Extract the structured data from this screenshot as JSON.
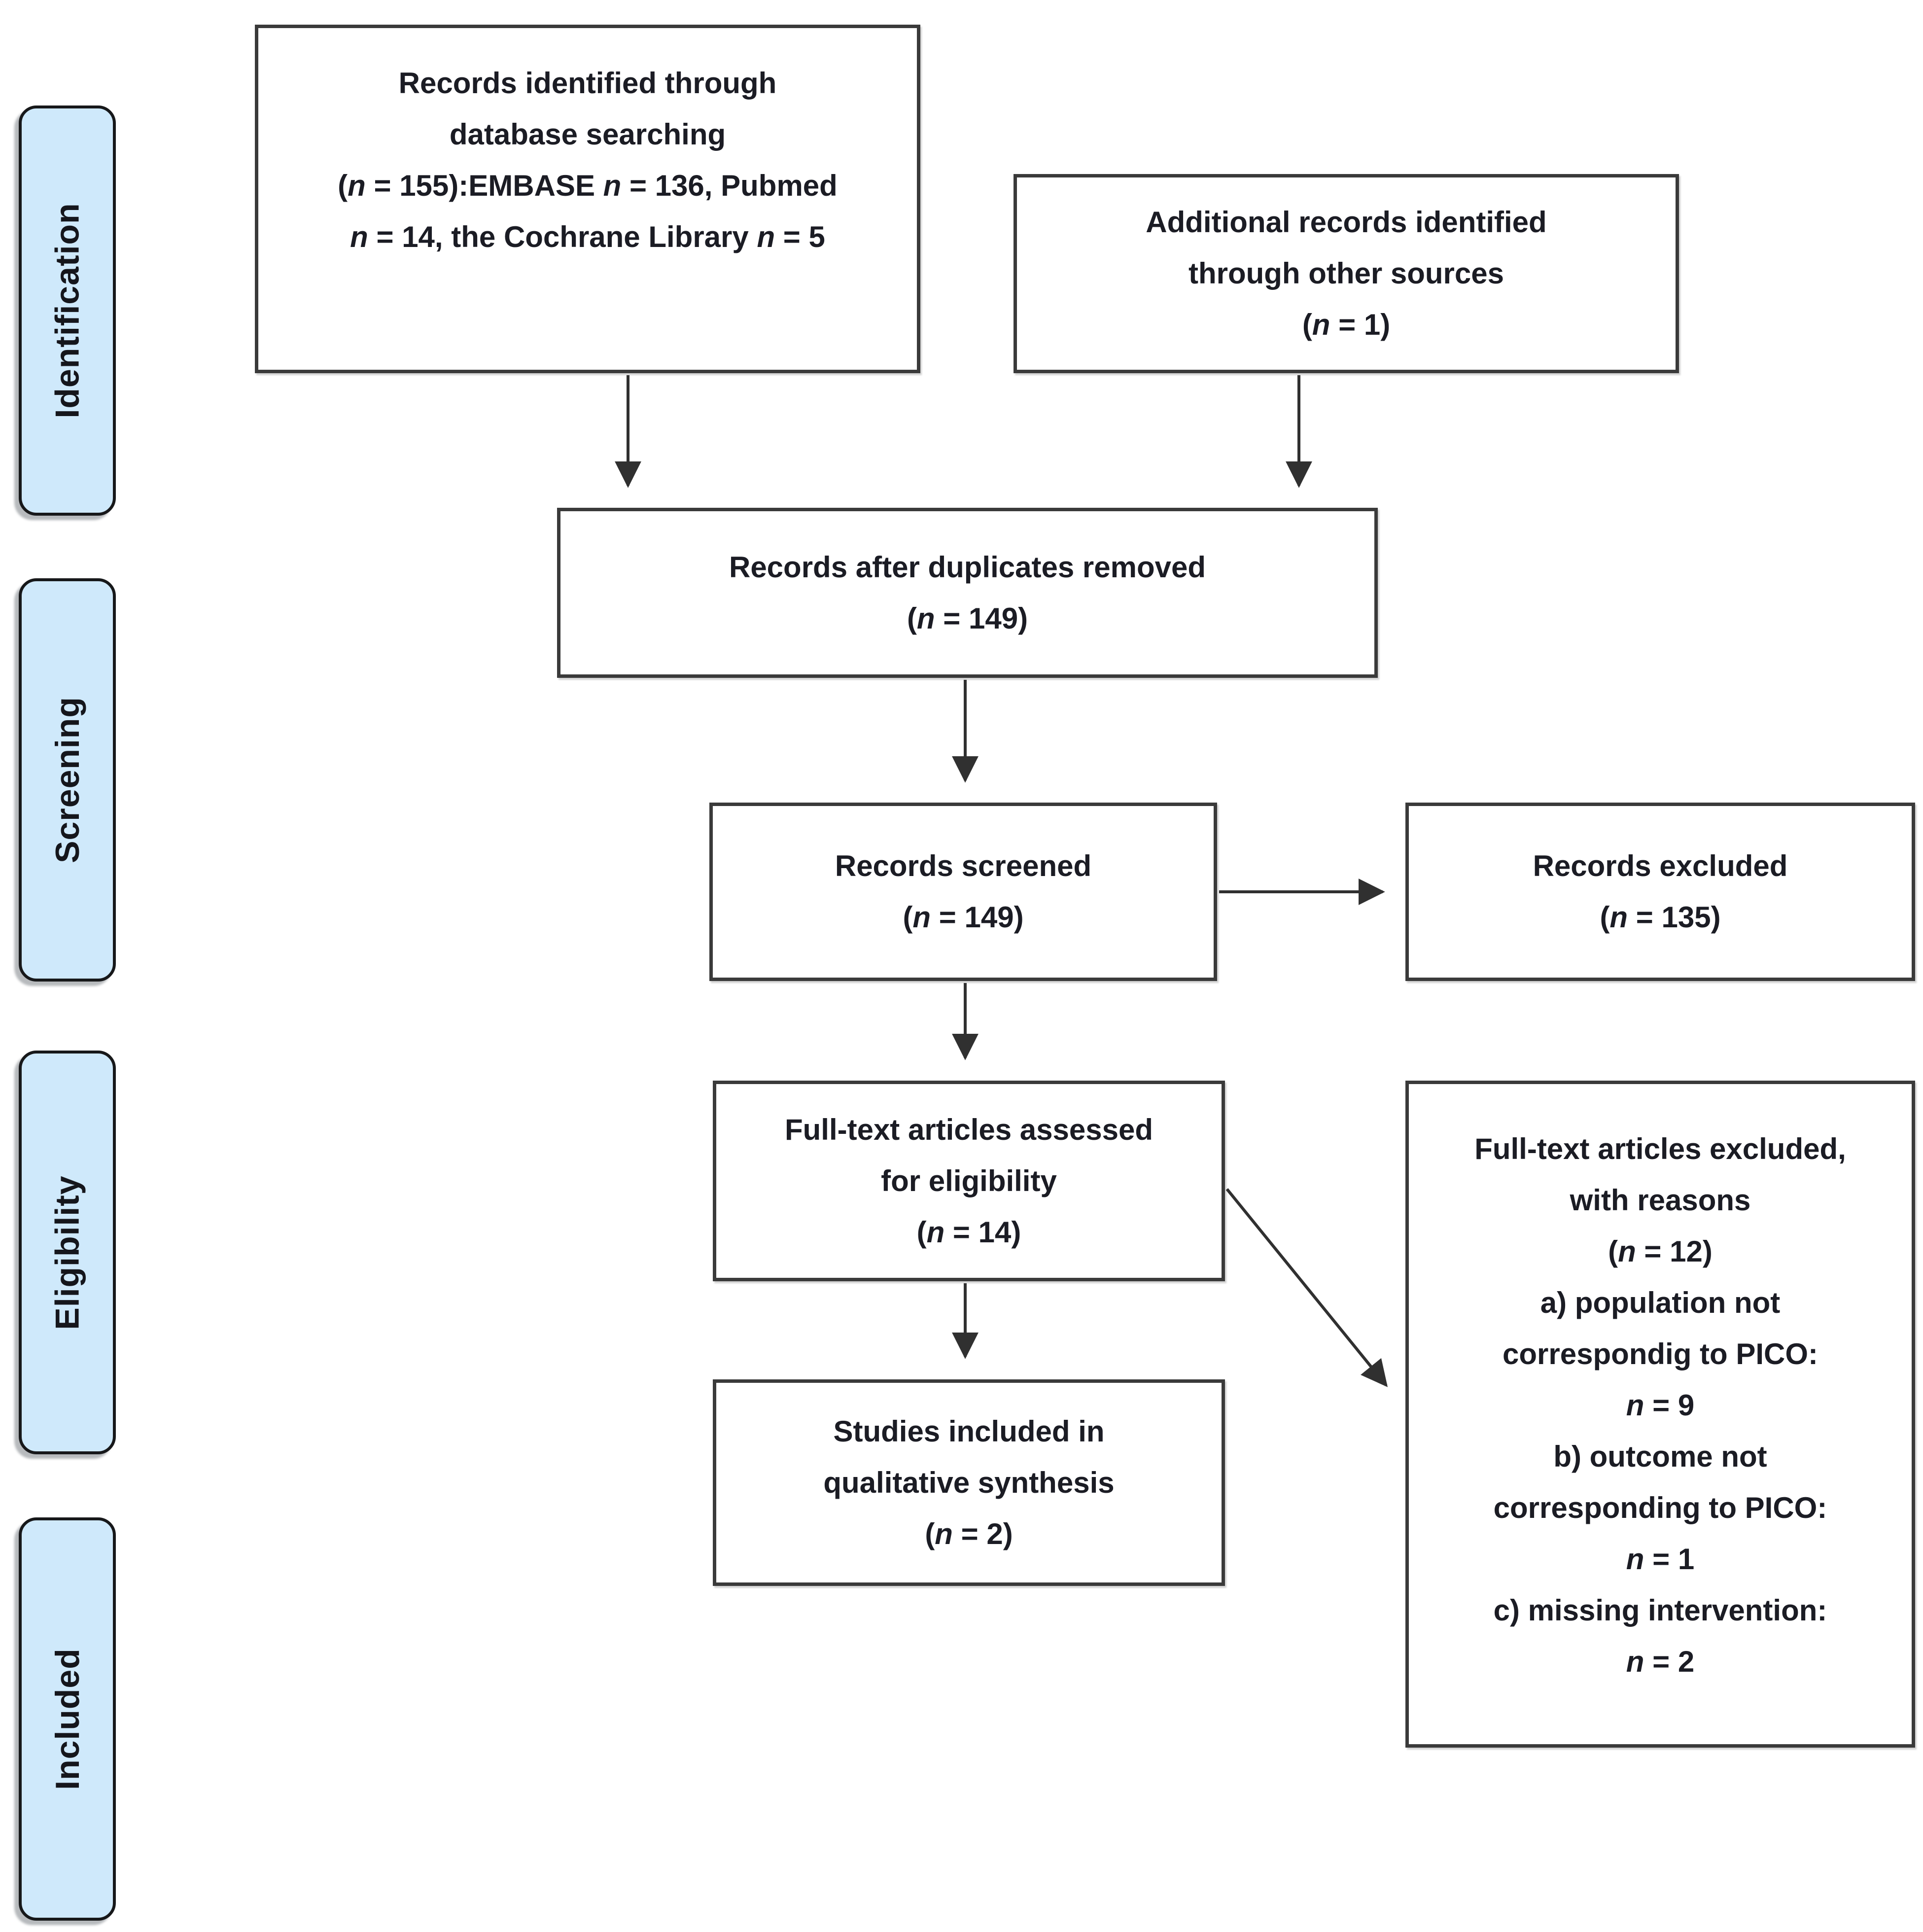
{
  "colors": {
    "background": "#ffffff",
    "stage_fill": "#cfe9fb",
    "stage_border": "#17181a",
    "box_fill": "#ffffff",
    "box_border": "#3a3a3a",
    "text": "#1b1c24",
    "arrow": "#303030"
  },
  "stages": [
    {
      "label": "Identification"
    },
    {
      "label": "Screening"
    },
    {
      "label": "Eligibility"
    },
    {
      "label": "Included"
    }
  ],
  "boxes": {
    "records_identified": {
      "lines": [
        [
          {
            "t": "Records identified through"
          }
        ],
        [
          {
            "t": "database searching"
          }
        ],
        [
          {
            "t": "("
          },
          {
            "t": "n",
            "i": true
          },
          {
            "t": " = 155):EMBASE "
          },
          {
            "t": "n",
            "i": true
          },
          {
            "t": " = 136, Pubmed"
          }
        ],
        [
          {
            "t": "n",
            "i": true
          },
          {
            "t": " = 14, the Cochrane Library "
          },
          {
            "t": "n",
            "i": true
          },
          {
            "t": " = 5"
          }
        ]
      ]
    },
    "additional_records": {
      "lines": [
        [
          {
            "t": "Additional records identified"
          }
        ],
        [
          {
            "t": "through other sources"
          }
        ],
        [
          {
            "t": "("
          },
          {
            "t": "n",
            "i": true
          },
          {
            "t": " = 1)"
          }
        ]
      ]
    },
    "after_duplicates": {
      "lines": [
        [
          {
            "t": "Records after duplicates removed"
          }
        ],
        [
          {
            "t": "("
          },
          {
            "t": "n",
            "i": true
          },
          {
            "t": " = 149)"
          }
        ]
      ]
    },
    "records_screened": {
      "lines": [
        [
          {
            "t": "Records screened"
          }
        ],
        [
          {
            "t": "("
          },
          {
            "t": "n",
            "i": true
          },
          {
            "t": " = 149)"
          }
        ]
      ]
    },
    "records_excluded": {
      "lines": [
        [
          {
            "t": "Records excluded"
          }
        ],
        [
          {
            "t": "("
          },
          {
            "t": "n",
            "i": true
          },
          {
            "t": " = 135)"
          }
        ]
      ]
    },
    "fulltext_assessed": {
      "lines": [
        [
          {
            "t": "Full-text articles assessed"
          }
        ],
        [
          {
            "t": "for eligibility"
          }
        ],
        [
          {
            "t": "("
          },
          {
            "t": "n",
            "i": true
          },
          {
            "t": " = 14)"
          }
        ]
      ]
    },
    "fulltext_excluded": {
      "lines": [
        [
          {
            "t": "Full-text articles excluded,"
          }
        ],
        [
          {
            "t": "with reasons"
          }
        ],
        [
          {
            "t": "("
          },
          {
            "t": "n",
            "i": true
          },
          {
            "t": " = 12)"
          }
        ],
        [
          {
            "t": "a) population not"
          }
        ],
        [
          {
            "t": "correspondig to PICO:"
          }
        ],
        [
          {
            "t": "n",
            "i": true
          },
          {
            "t": " = 9"
          }
        ],
        [
          {
            "t": "b) outcome not"
          }
        ],
        [
          {
            "t": "corresponding to PICO:"
          }
        ],
        [
          {
            "t": "n",
            "i": true
          },
          {
            "t": " = 1"
          }
        ],
        [
          {
            "t": "c) missing intervention:"
          }
        ],
        [
          {
            "t": "n",
            "i": true
          },
          {
            "t": " = 2"
          }
        ]
      ]
    },
    "studies_included": {
      "lines": [
        [
          {
            "t": "Studies included in"
          }
        ],
        [
          {
            "t": "qualitative synthesis"
          }
        ],
        [
          {
            "t": "("
          },
          {
            "t": "n",
            "i": true
          },
          {
            "t": " = 2)"
          }
        ]
      ]
    }
  }
}
